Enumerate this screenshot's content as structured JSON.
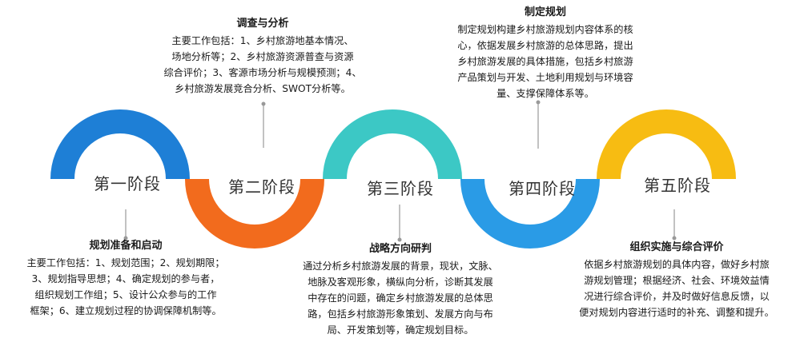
{
  "stages": [
    {
      "label": "第一阶段",
      "color": "#1E7FD6",
      "title": "规划准备和启动",
      "body": "主要工作包括：1、规划范围；2、规划期限；\n3、规划指导思想；4、确定规划的参与者，\n组织规划工作组；5、设计公众参与的工作\n框架；6、建立规划过程的协调保障机制等。"
    },
    {
      "label": "第二阶段",
      "color": "#F26B1D",
      "title": "调查与分析",
      "body": "主要工作包括：1、乡村旅游地基本情况、\n场地分析等；2、乡村旅游资源普查与资源\n综合评价；3、客源市场分析与规模预测；4、\n乡村旅游发展竞合分析、SWOT分析等。"
    },
    {
      "label": "第三阶段",
      "color": "#3CC8C5",
      "title": "战略方向研判",
      "body": "通过分析乡村旅游发展的背景，现状，文脉、\n地脉及客观形象，横纵向分析，诊断其发展\n中存在的问题，确定乡村旅游发展的总体思\n路，包括乡村旅游形象策划、发展方向与布\n局、开发策划等，确定规划目标。"
    },
    {
      "label": "第四阶段",
      "color": "#2A9BE6",
      "title": "制定规划",
      "body": "制定规划构建乡村旅游规划内容体系的核\n心，依据发展乡村旅游的总体思路，提出\n乡村旅游发展的具体措施，包括乡村旅游\n产品策划与开发、土地利用规划与环境容\n量、支撑保障体系等。"
    },
    {
      "label": "第五阶段",
      "color": "#F7BC12",
      "title": "组织实施与综合评价",
      "body": "依据乡村旅游规划的具体内容，做好乡村旅\n游规划管理；根据经济、社会、环境效益情\n况进行综合评价，并及时做好信息反馈，以\n便对规划内容进行适时的补充、调整和提升。"
    }
  ],
  "connector_color": "#999999"
}
